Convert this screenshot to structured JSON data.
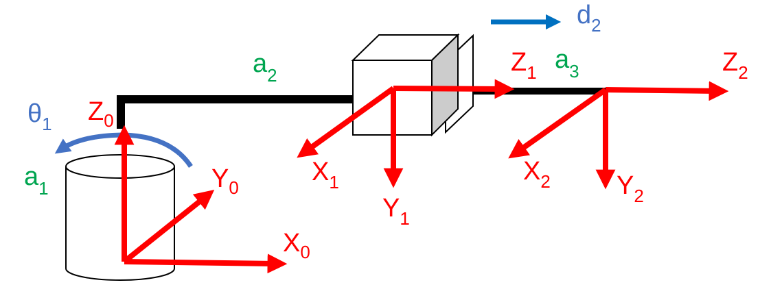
{
  "colors": {
    "axis": "#ff0000",
    "link": "#000000",
    "joint": "#4472c4",
    "length": "#00a550",
    "slider_side": "#cccccc"
  },
  "labels": {
    "z0": {
      "main": "Z",
      "sub": "0"
    },
    "y0": {
      "main": "Y",
      "sub": "0"
    },
    "x0": {
      "main": "X",
      "sub": "0"
    },
    "z1": {
      "main": "Z",
      "sub": "1"
    },
    "x1": {
      "main": "X",
      "sub": "1"
    },
    "y1": {
      "main": "Y",
      "sub": "1"
    },
    "z2": {
      "main": "Z",
      "sub": "2"
    },
    "x2": {
      "main": "X",
      "sub": "2"
    },
    "y2": {
      "main": "Y",
      "sub": "2"
    },
    "theta1": {
      "main": "θ",
      "sub": "1"
    },
    "d2": {
      "main": "d",
      "sub": "2"
    },
    "a1": {
      "main": "a",
      "sub": "1"
    },
    "a2": {
      "main": "a",
      "sub": "2"
    },
    "a3": {
      "main": "a",
      "sub": "3"
    }
  }
}
